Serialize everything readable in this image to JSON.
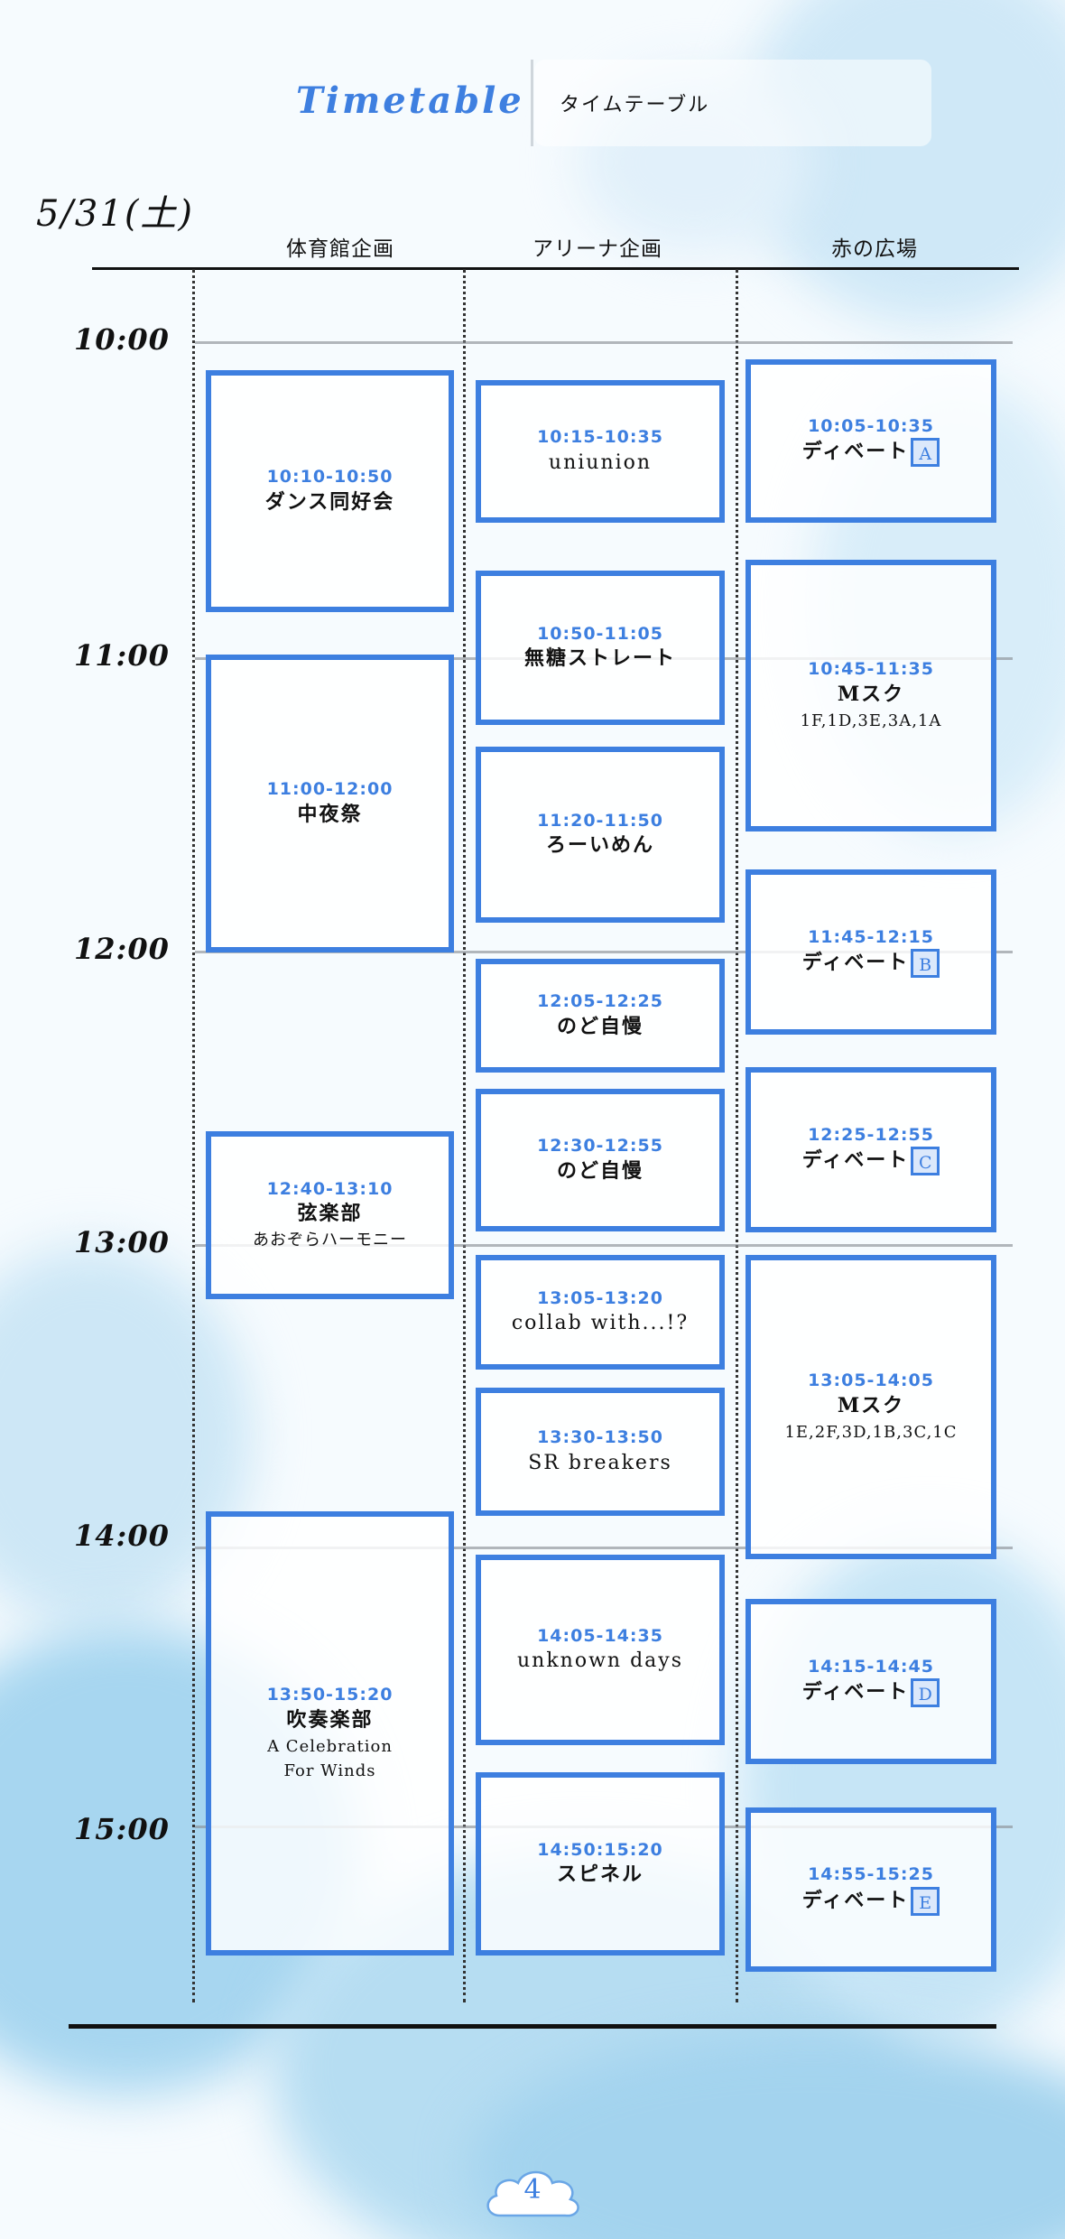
{
  "header": {
    "title": "Timetable",
    "subtitle": "タイムテーブル"
  },
  "date": "5/31(土)",
  "columns": [
    "体育館企画",
    "アリーナ企画",
    "赤の広場"
  ],
  "time_labels": [
    "10:00",
    "11:00",
    "12:00",
    "13:00",
    "14:00",
    "15:00"
  ],
  "events": {
    "gym": [
      {
        "time": "10:10-10:50",
        "title": "ダンス同好会"
      },
      {
        "time": "11:00-12:00",
        "title": "中夜祭"
      },
      {
        "time": "12:40-13:10",
        "title": "弦楽部",
        "sub": "あおぞらハーモニー"
      },
      {
        "time": "13:50-15:20",
        "title": "吹奏楽部",
        "sub": "A Celebration",
        "sub2": "For Winds"
      }
    ],
    "arena": [
      {
        "time": "10:15-10:35",
        "title": "uniunion"
      },
      {
        "time": "10:50-11:05",
        "title": "無糖ストレート"
      },
      {
        "time": "11:20-11:50",
        "title": "ろーいめん"
      },
      {
        "time": "12:05-12:25",
        "title": "のど自慢"
      },
      {
        "time": "12:30-12:55",
        "title": "のど自慢"
      },
      {
        "time": "13:05-13:20",
        "title": "collab with...!?"
      },
      {
        "time": "13:30-13:50",
        "title": "SR breakers"
      },
      {
        "time": "14:05-14:35",
        "title": "unknown days"
      },
      {
        "time": "14:50:15:20",
        "title": "スピネル"
      }
    ],
    "plaza": [
      {
        "time": "10:05-10:35",
        "title": "ディベート",
        "tag": "A"
      },
      {
        "time": "10:45-11:35",
        "title": "Mスク",
        "sub": "1F,1D,3E,3A,1A"
      },
      {
        "time": "11:45-12:15",
        "title": "ディベート",
        "tag": "B"
      },
      {
        "time": "12:25-12:55",
        "title": "ディベート",
        "tag": "C"
      },
      {
        "time": "13:05-14:05",
        "title": "Mスク",
        "sub": "1E,2F,3D,1B,3C,1C"
      },
      {
        "time": "14:15-14:45",
        "title": "ディベート",
        "tag": "D"
      },
      {
        "time": "14:55-15:25",
        "title": "ディベート",
        "tag": "E"
      }
    ]
  },
  "page_number": "4",
  "colors": {
    "accent": "#3d7fe0",
    "watercolor": "#8fcbea"
  }
}
